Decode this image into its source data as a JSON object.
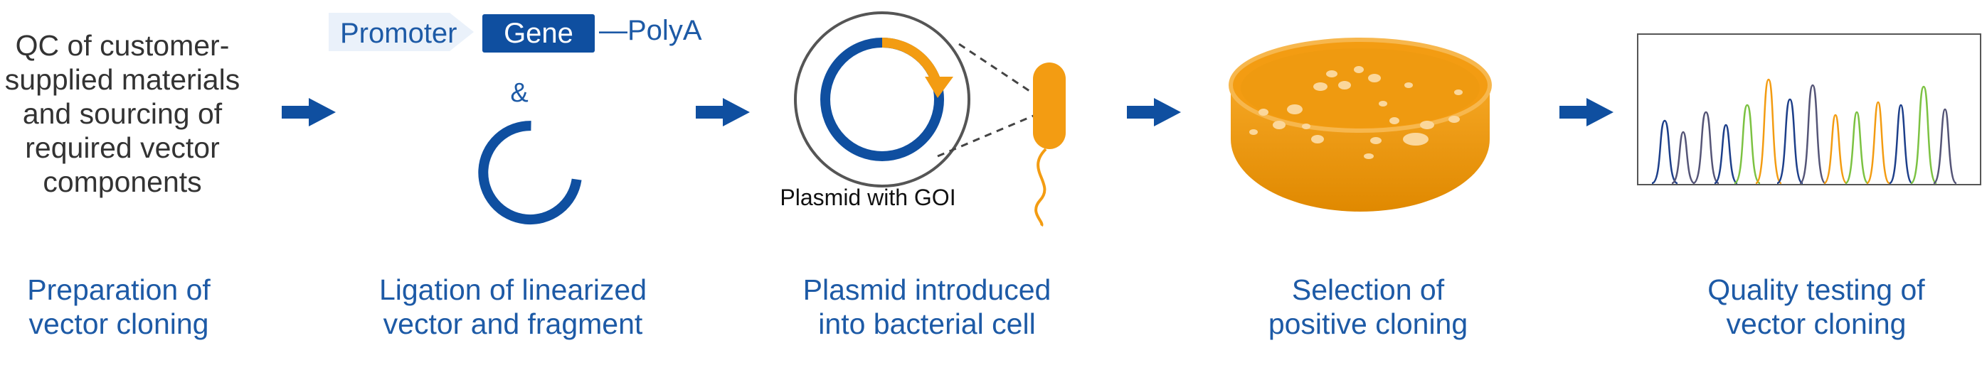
{
  "steps": [
    {
      "caption": "Preparation of\nvector cloning",
      "detail": "QC of customer-\nsupplied materials\nand sourcing of\nrequired vector\ncomponents"
    },
    {
      "caption": "Ligation of linearized\nvector and fragment"
    },
    {
      "caption": "Plasmid introduced\ninto bacterial cell"
    },
    {
      "caption": "Selection of\npositive cloning"
    },
    {
      "caption": "Quality testing of\nvector cloning"
    }
  ],
  "construct": {
    "promoter_label": "Promoter",
    "gene_label": "Gene",
    "polya_label": "—PolyA",
    "connector": "&"
  },
  "plasmid_label": "Plasmid with GOI",
  "colors": {
    "text_blue": "#1d5aa6",
    "arrow_blue": "#0f4fa0",
    "orange": "#f39c12",
    "dark_orange": "#e08900",
    "grey": "#555555"
  }
}
